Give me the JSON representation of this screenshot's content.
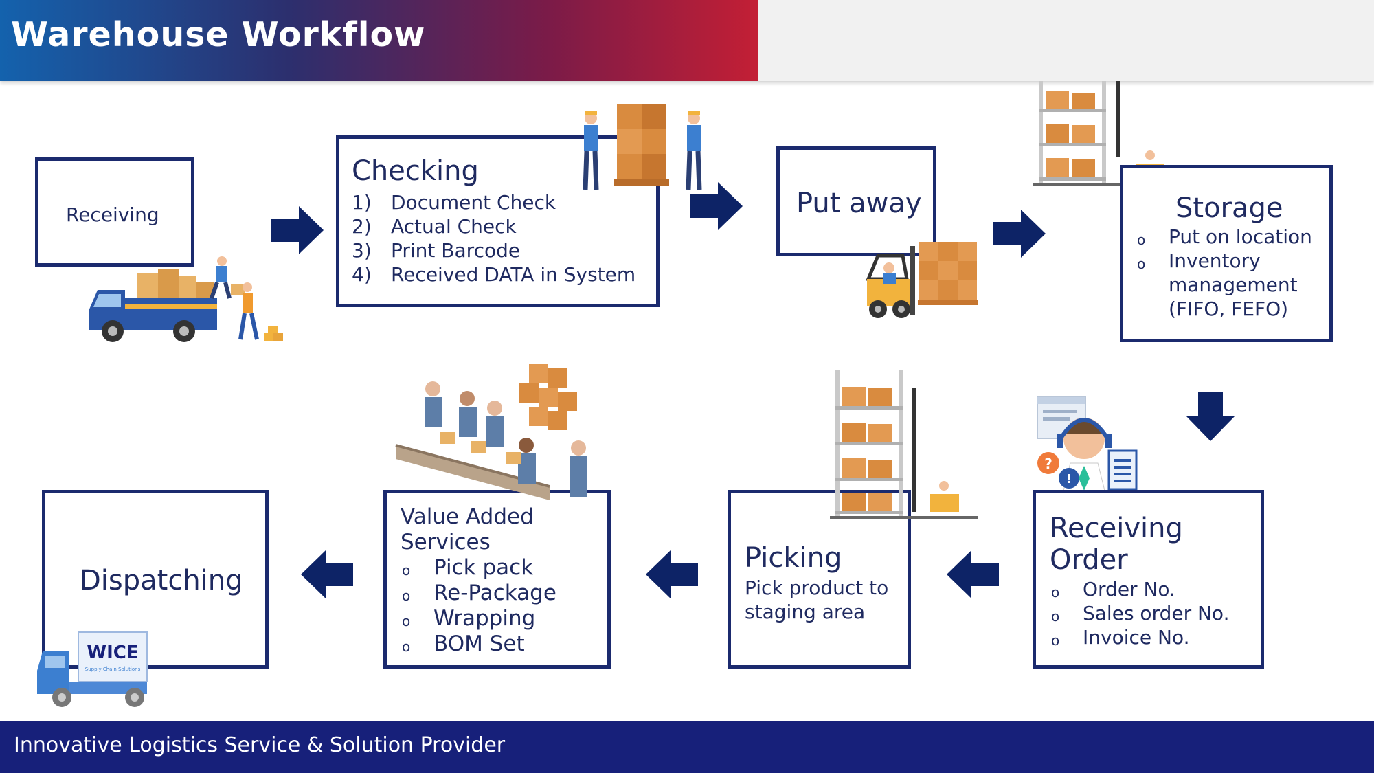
{
  "header": {
    "title": "Warehouse Workflow"
  },
  "footer": {
    "tagline": "Innovative Logistics Service & Solution Provider"
  },
  "steps": {
    "receiving": {
      "title": "Receiving"
    },
    "checking": {
      "title": "Checking",
      "items": [
        {
          "num": "1)",
          "text": "Document Check"
        },
        {
          "num": "2)",
          "text": "Actual Check"
        },
        {
          "num": "3)",
          "text": "Print Barcode"
        },
        {
          "num": "4)",
          "text": "Received DATA in System"
        }
      ]
    },
    "putaway": {
      "title": "Put away"
    },
    "storage": {
      "title": "Storage",
      "bullet": "o",
      "items": [
        "Put on location",
        "Inventory",
        "management",
        "(FIFO, FEFO)"
      ]
    },
    "receiving_order": {
      "title_line1": "Receiving",
      "title_line2": "Order",
      "bullet": "o",
      "items": [
        "Order No.",
        "Sales order No.",
        "Invoice No."
      ]
    },
    "picking": {
      "title": "Picking",
      "lines": [
        "Pick product to",
        "staging area"
      ]
    },
    "vas": {
      "title_line1": "Value Added",
      "title_line2": "Services",
      "bullet": "o",
      "items": [
        "Pick pack",
        "Re-Package",
        "Wrapping",
        "BOM Set"
      ]
    },
    "dispatching": {
      "title": "Dispatching"
    }
  },
  "logo": {
    "text": "WICE",
    "subtext": "Supply Chain Solutions"
  },
  "colors": {
    "navy": "#0d2366",
    "box_border": "#1b2a6e",
    "text": "#1f2a60",
    "footer": "#17207a"
  }
}
